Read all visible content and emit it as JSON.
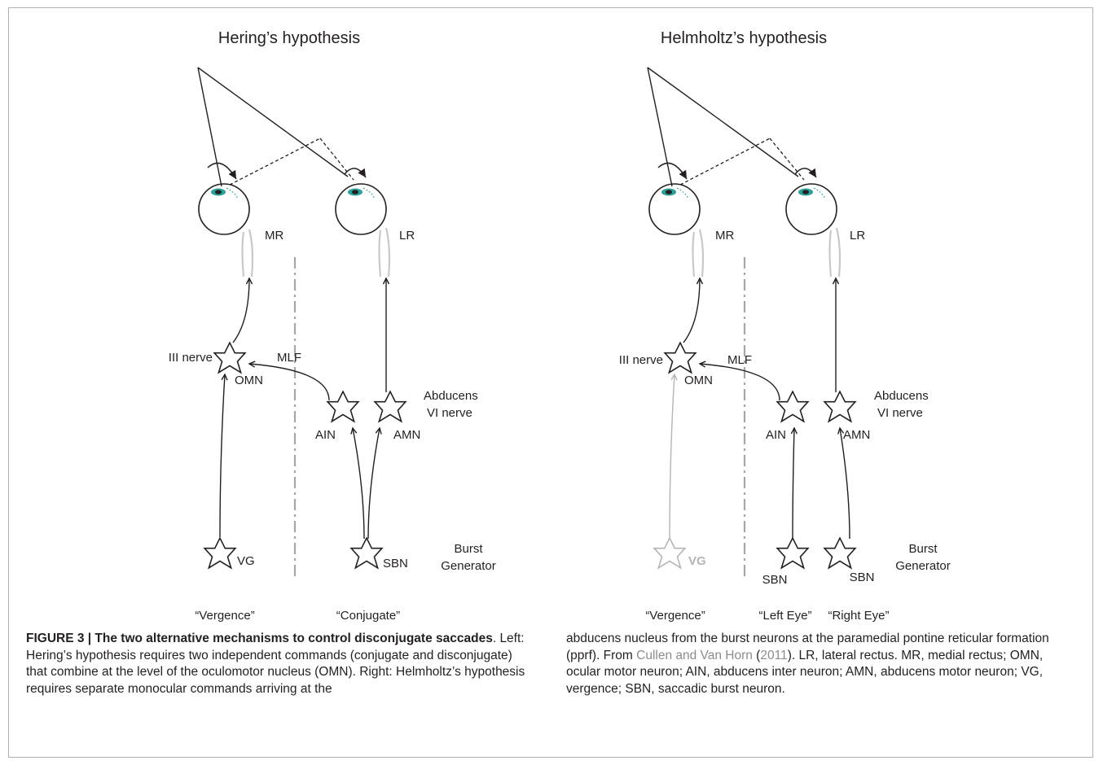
{
  "panels": {
    "hering": {
      "title": "Hering’s hypothesis",
      "labels": {
        "mr": "MR",
        "lr": "LR",
        "mlf": "MLF",
        "iii_nerve": "III nerve",
        "omn": "OMN",
        "abducens": "Abducens",
        "vi_nerve": "VI nerve",
        "ain": "AIN",
        "amn": "AMN",
        "vg": "VG",
        "sbn": "SBN",
        "burst": "Burst",
        "generator": "Generator",
        "vergence": "“Vergence”",
        "conjugate": "“Conjugate”"
      }
    },
    "helmholtz": {
      "title": "Helmholtz’s hypothesis",
      "labels": {
        "mr": "MR",
        "lr": "LR",
        "mlf": "MLF",
        "iii_nerve": "III nerve",
        "omn": "OMN",
        "abducens": "Abducens",
        "vi_nerve": "VI nerve",
        "ain": "AIN",
        "amn": "AMN",
        "vg": "VG",
        "sbn_left": "SBN",
        "sbn_right": "SBN",
        "burst": "Burst",
        "generator": "Generator",
        "vergence": "“Vergence”",
        "left_eye": "“Left Eye”",
        "right_eye": "“Right Eye”"
      }
    }
  },
  "colors": {
    "line": "#231f20",
    "muscle": "#c8c8c8",
    "faded": "#b4b4b4",
    "iris": "#2aa198",
    "midline": "#a6a6a6"
  },
  "caption": {
    "title": "FIGURE 3 | The two alternative mechanisms to control disconjugate saccades",
    "body_left": ". Left: Hering’s hypothesis requires two independent commands (conjugate and disconjugate) that combine at the level of the oculomotor nucleus (OMN). Right: Helmholtz’s hypothesis requires separate monocular commands arriving at the",
    "body_right_1": "abducens nucleus from the burst neurons at the paramedial pontine reticular formation (pprf). From ",
    "ref_authors": "Cullen and Van Horn",
    "ref_paren_open": " (",
    "ref_year": "2011",
    "body_right_2": "). LR, lateral rectus. MR, medial rectus; OMN, ocular motor neuron; AIN, abducens inter neuron; AMN, abducens motor neuron; VG, vergence; SBN, saccadic burst neuron."
  }
}
